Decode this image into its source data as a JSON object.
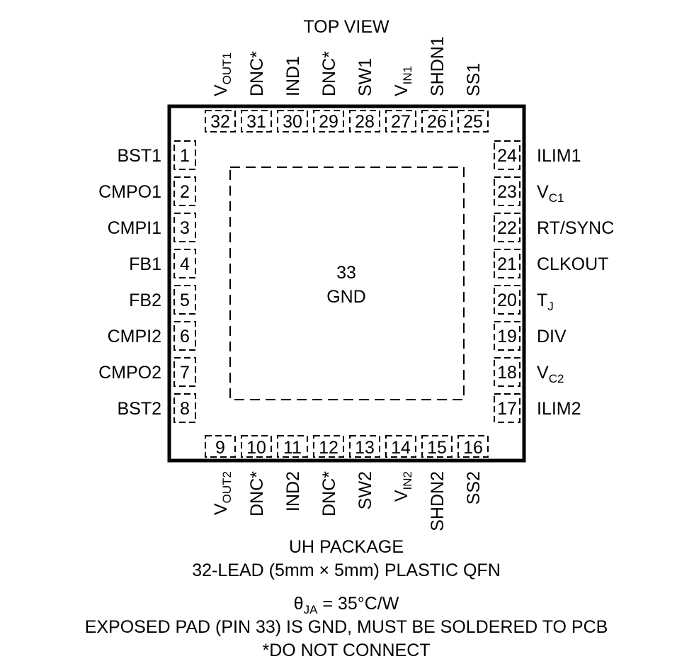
{
  "header": {
    "view_label": "TOP VIEW"
  },
  "package": {
    "body_color": "#000000",
    "exposed_pad": {
      "number": "33",
      "name": "GND"
    }
  },
  "pins": {
    "left": [
      {
        "num": "1",
        "label": "BST1"
      },
      {
        "num": "2",
        "label": "CMPO1"
      },
      {
        "num": "3",
        "label": "CMPI1"
      },
      {
        "num": "4",
        "label": "FB1"
      },
      {
        "num": "5",
        "label": "FB2"
      },
      {
        "num": "6",
        "label": "CMPI2"
      },
      {
        "num": "7",
        "label": "CMPO2"
      },
      {
        "num": "8",
        "label": "BST2"
      }
    ],
    "bottom": [
      {
        "num": "9",
        "label": "V",
        "sub": "OUT2"
      },
      {
        "num": "10",
        "label": "DNC*"
      },
      {
        "num": "11",
        "label": "IND2"
      },
      {
        "num": "12",
        "label": "DNC*"
      },
      {
        "num": "13",
        "label": "SW2"
      },
      {
        "num": "14",
        "label": "V",
        "sub": "IN2"
      },
      {
        "num": "15",
        "label": "SHDN2"
      },
      {
        "num": "16",
        "label": "SS2"
      }
    ],
    "right": [
      {
        "num": "17",
        "label": "ILIM2"
      },
      {
        "num": "18",
        "label": "V",
        "sub": "C2"
      },
      {
        "num": "19",
        "label": "DIV"
      },
      {
        "num": "20",
        "label": "T",
        "sub": "J"
      },
      {
        "num": "21",
        "label": "CLKOUT"
      },
      {
        "num": "22",
        "label": "RT/SYNC"
      },
      {
        "num": "23",
        "label": "V",
        "sub": "C1"
      },
      {
        "num": "24",
        "label": "ILIM1"
      }
    ],
    "top": [
      {
        "num": "25",
        "label": "SS1"
      },
      {
        "num": "26",
        "label": "SHDN1"
      },
      {
        "num": "27",
        "label": "V",
        "sub": "IN1"
      },
      {
        "num": "28",
        "label": "SW1"
      },
      {
        "num": "29",
        "label": "DNC*"
      },
      {
        "num": "30",
        "label": "IND1"
      },
      {
        "num": "31",
        "label": "DNC*"
      },
      {
        "num": "32",
        "label": "V",
        "sub": "OUT1"
      }
    ]
  },
  "footer": {
    "package_name": "UH PACKAGE",
    "package_desc": "32-LEAD (5mm × 5mm) PLASTIC QFN",
    "theta_symbol": "θ",
    "theta_sub": "JA",
    "theta_value": " = 35°C/W",
    "exposed_pad_note": "EXPOSED PAD (PIN 33) IS GND, MUST BE SOLDERED TO PCB",
    "dnc_note": "*DO NOT CONNECT"
  }
}
